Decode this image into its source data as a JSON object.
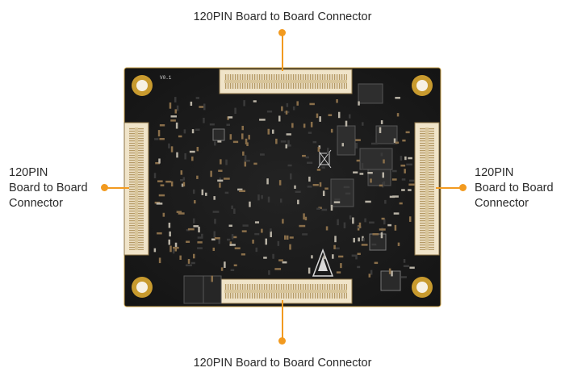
{
  "callouts": {
    "top": "120PIN Board to Board Connector",
    "bottom": "120PIN Board to Board Connector",
    "left": [
      "120PIN",
      "Board to Board",
      "Connector"
    ],
    "right": [
      "120PIN",
      "Board to Board",
      "Connector"
    ]
  },
  "board": {
    "silkscreen_version": "V0.1",
    "pcb_color": "#1a1a1a",
    "pad_color": "#c8962b",
    "connector_color": "#efe2c8",
    "accent_color": "#f29a1f"
  }
}
